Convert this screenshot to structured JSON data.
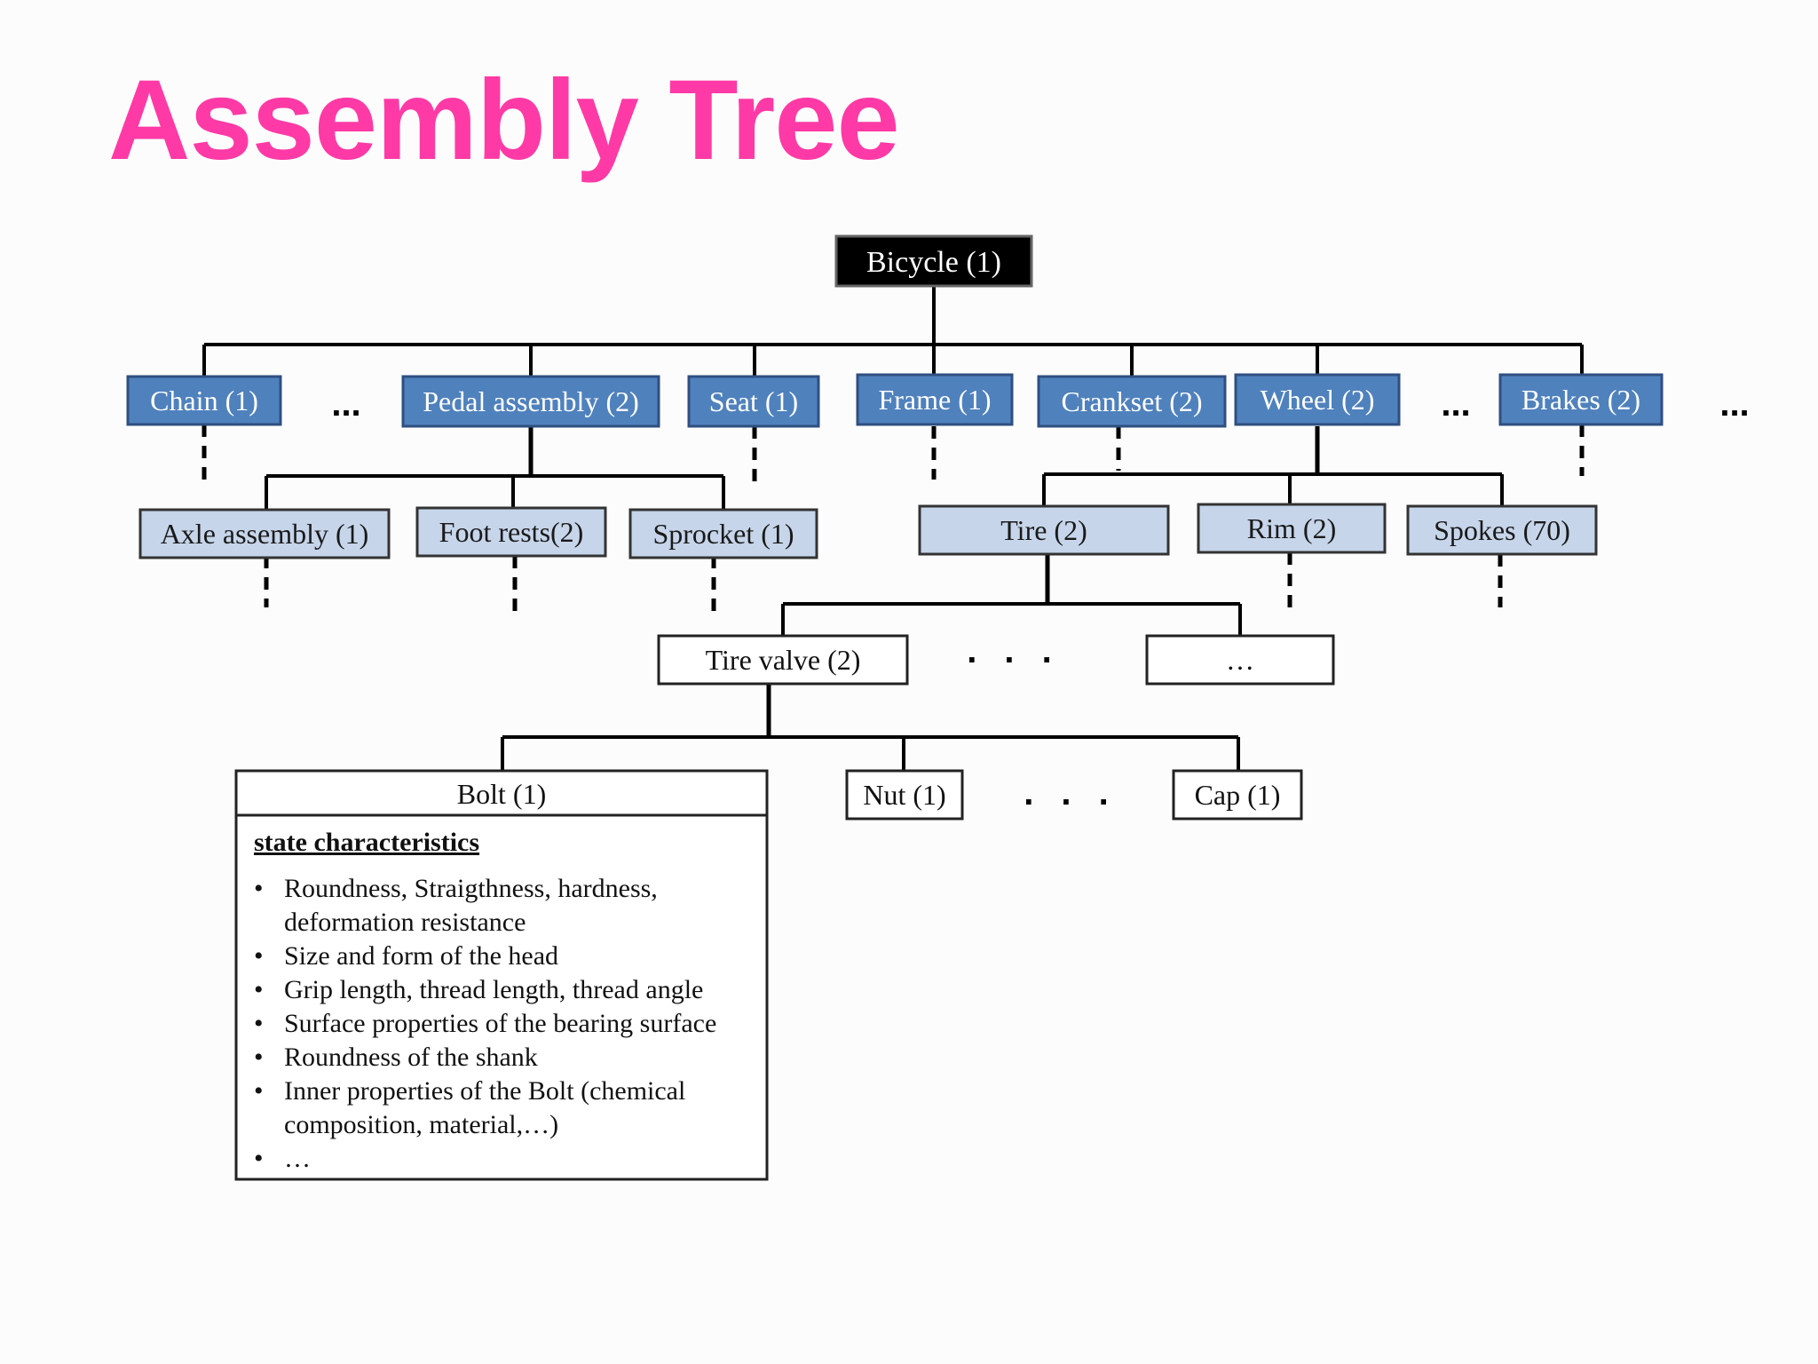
{
  "title": "Assembly Tree",
  "colors": {
    "title": "#ff3aa6",
    "root_fill": "#000000",
    "blue_fill": "#4f81bd",
    "lightblue_fill": "#c6d5ea",
    "white_fill": "#ffffff",
    "line": "#000000"
  },
  "tree": {
    "root": "Bicycle (1)",
    "level1": [
      {
        "label": "Chain (1)"
      },
      {
        "label": "Pedal assembly (2)"
      },
      {
        "label": "Seat (1)"
      },
      {
        "label": "Frame (1)"
      },
      {
        "label": "Crankset (2)"
      },
      {
        "label": "Wheel (2)"
      },
      {
        "label": "Brakes (2)"
      }
    ],
    "pedal_children": [
      "Axle assembly (1)",
      "Foot rests(2)",
      "Sprocket (1)"
    ],
    "wheel_children": [
      "Tire (2)",
      "Rim (2)",
      "Spokes (70)"
    ],
    "tire_children": [
      "Tire valve (2)",
      "…"
    ],
    "valve_children": [
      "Bolt (1)",
      "Nut (1)",
      "Cap (1)"
    ],
    "ellipsis": "...",
    "spaced_ellipsis": ". . ."
  },
  "bolt_details": {
    "heading": "state characteristics",
    "lines": [
      "•",
      "Roundness, Straigthness, hardness,",
      "deformation resistance",
      "•",
      "Size and form of the head",
      "•",
      "Grip length, thread length, thread angle",
      "•",
      "Surface properties of the bearing surface",
      "•",
      "Roundness of the shank",
      "•",
      "Inner properties of the Bolt (chemical",
      "composition, material,…)",
      "•",
      "…"
    ]
  }
}
